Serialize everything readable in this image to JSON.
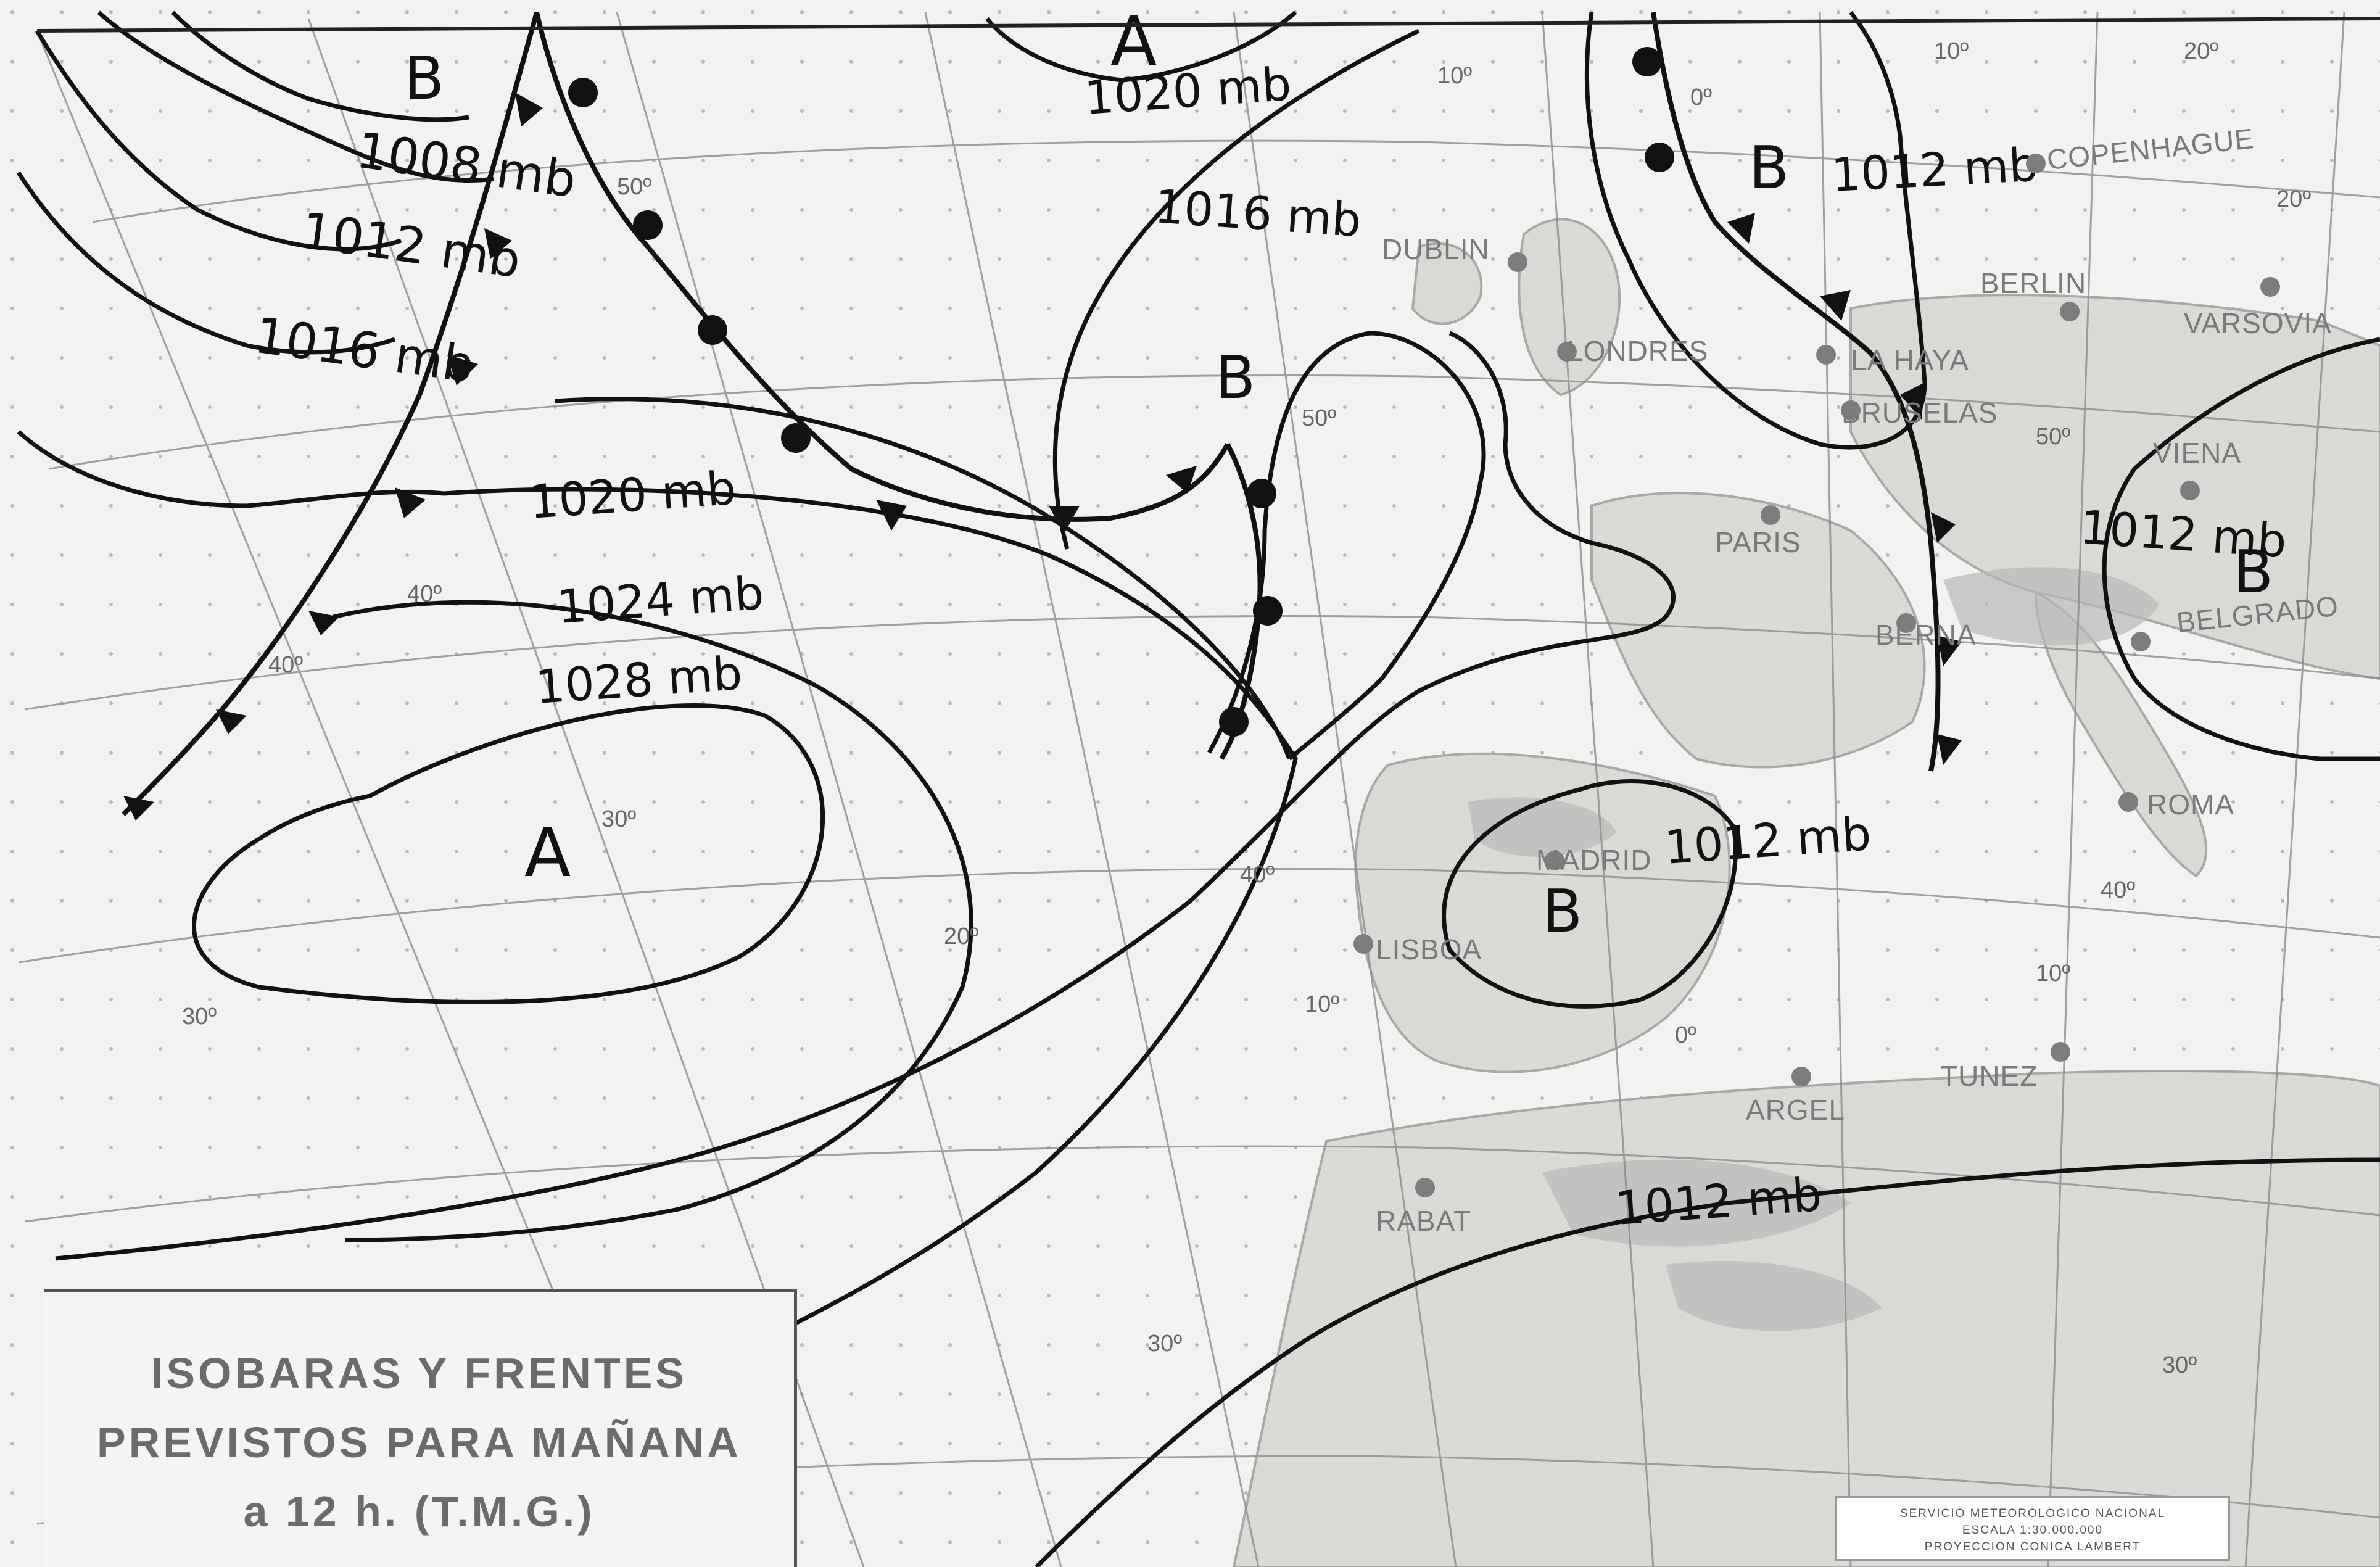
{
  "pressure_systems": [
    {
      "letter": "A"
    },
    {
      "letter": "A"
    },
    {
      "letter": "B"
    },
    {
      "letter": "B"
    },
    {
      "letter": "B"
    },
    {
      "letter": "B"
    },
    {
      "letter": "B"
    }
  ],
  "isobar_labels": [
    "1008 mb",
    "1012 mb",
    "1016 mb",
    "1020 mb",
    "1024 mb",
    "1028 mb",
    "1020 mb",
    "1016 mb",
    "1012 mb",
    "1012 mb",
    "1012 mb",
    "1012 mb"
  ],
  "cities": [
    "COPENHAGUE",
    "BERLIN",
    "VARSOVIA",
    "DUBLIN",
    "LONDRES",
    "LA HAYA",
    "BRUSELAS",
    "PARIS",
    "VIENA",
    "BERNA",
    "BELGRADO",
    "ROMA",
    "MADRID",
    "LISBOA",
    "ARGEL",
    "TUNEZ",
    "RABAT"
  ],
  "graticule_labels": [
    "10º",
    "20º",
    "0º",
    "10º",
    "20º",
    "50º",
    "50º",
    "50º",
    "40º",
    "40º",
    "30º",
    "20º",
    "30º",
    "40º",
    "40º",
    "10º",
    "0º",
    "10º",
    "30º",
    "30º"
  ],
  "title": {
    "line1": "ISOBARAS Y FRENTES",
    "line2": "PREVISTOS PARA MAÑANA",
    "line3": "a 12 h. (T.M.G.)"
  },
  "credits": {
    "line1": "SERVICIO METEOROLOGICO NACIONAL",
    "line2": "ESCALA   1:30.000.000",
    "line3": "PROYECCION CONICA LAMBERT"
  },
  "colors": {
    "ink": "#111111",
    "map_grey": "#9a9a9a",
    "background": "#f2f2f0"
  },
  "icons": [
    "cold-front-triangle",
    "warm-front-semicircle"
  ]
}
